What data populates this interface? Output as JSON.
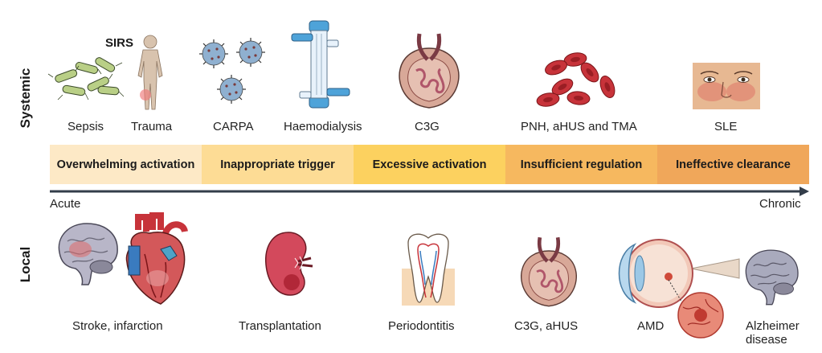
{
  "rows": {
    "systemic": "Systemic",
    "local": "Local"
  },
  "sirs_label": "SIRS",
  "systemic_labels": [
    "Sepsis",
    "Trauma",
    "CARPA",
    "Haemodialysis",
    "C3G",
    "PNH, aHUS and TMA",
    "SLE"
  ],
  "stages": [
    {
      "label": "Overwhelming activation",
      "color": "#fde9c6"
    },
    {
      "label": "Inappropriate trigger",
      "color": "#fddc95"
    },
    {
      "label": "Excessive activation",
      "color": "#fcd15f"
    },
    {
      "label": "Insufficient regulation",
      "color": "#f6b85f"
    },
    {
      "label": "Ineffective clearance",
      "color": "#f0a75a"
    }
  ],
  "axis": {
    "start": "Acute",
    "end": "Chronic"
  },
  "local_labels": [
    "Stroke, infarction",
    "Transplantation",
    "Periodontitis",
    "C3G, aHUS",
    "AMD",
    "Alzheimer disease"
  ]
}
